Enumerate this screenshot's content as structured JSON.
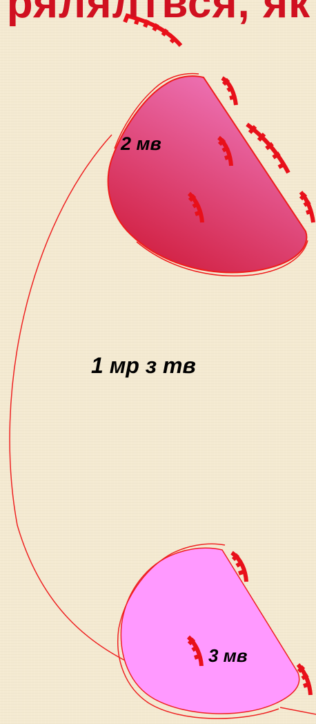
{
  "title": "рялялтвся, як",
  "labels": {
    "cell_2": "2 мв",
    "cell_1": "1 мр з тв",
    "cell_3": "3 мв"
  },
  "colors": {
    "background": "#f4ead2",
    "title": "#d01020",
    "accent_red": "#e8101a",
    "outline_red": "#ee2020",
    "cell_2_top": "#f07ac0",
    "cell_2_bottom": "#d01c3c",
    "cell_3_fill": "#ff99ff"
  }
}
